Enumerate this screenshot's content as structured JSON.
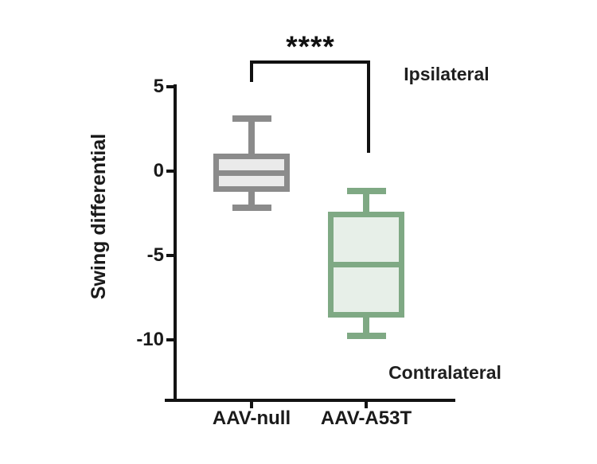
{
  "figure": {
    "background": "#ffffff",
    "axis_color": "#131313",
    "text_color": "#1a1a1a"
  },
  "chart_data": {
    "type": "boxplot",
    "title": "",
    "xlabel": "",
    "ylabel": "Swing differential",
    "categories": [
      "AAV-null",
      "AAV-A53T"
    ],
    "yticks": [
      5,
      0,
      -5,
      -10
    ],
    "ylim": [
      -13.6,
      5.2
    ],
    "grid": false,
    "series": [
      {
        "name": "AAV-null",
        "whisker_low": -2.2,
        "q1": -1.25,
        "median": -0.15,
        "q3": 1.0,
        "whisker_high": 3.1,
        "border_color": "#8b8b8b",
        "fill_color": "#eaeaea"
      },
      {
        "name": "AAV-A53T",
        "whisker_low": -9.8,
        "q1": -8.7,
        "median": -5.55,
        "q3": -2.45,
        "whisker_high": -1.2,
        "border_color": "#7fa984",
        "fill_color": "#e7efe8"
      }
    ],
    "significance": {
      "label": "****",
      "between": [
        "AAV-null",
        "AAV-A53T"
      ]
    },
    "annotations": [
      {
        "text": "Ipsilateral",
        "position": "top-right"
      },
      {
        "text": "Contralateral",
        "position": "bottom-right"
      }
    ]
  }
}
